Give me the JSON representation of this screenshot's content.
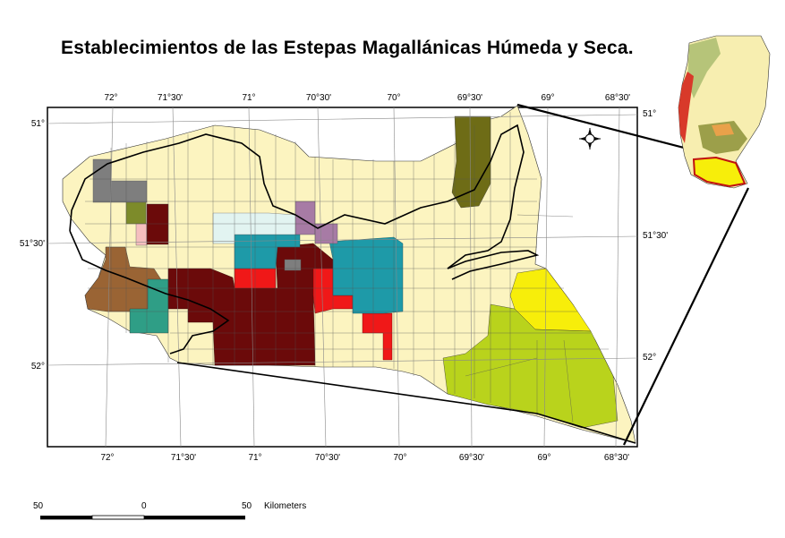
{
  "title": "Establecimientos de las Estepas Magallánicas Húmeda y Seca.",
  "graticule": {
    "top_labels": [
      "72°",
      "71°30'",
      "71°",
      "70°30'",
      "70°",
      "69°30'",
      "69°",
      "68°30'"
    ],
    "bottom_labels": [
      "72°",
      "71°30'",
      "71°",
      "70°30'",
      "70°",
      "69°30'",
      "69°",
      "68°30'"
    ],
    "left_labels": [
      "51°",
      "51°30'",
      "52°"
    ],
    "right_labels": [
      "51°",
      "51°30'",
      "52°"
    ]
  },
  "scale_bar": {
    "left": "50",
    "center": "0",
    "right": "50",
    "unit": "Kilometers"
  },
  "colors": {
    "base": "#fcf4c0",
    "dark_red": "#6b0a0a",
    "red": "#f01818",
    "teal": "#1e9aa8",
    "purple": "#a77ba5",
    "pale_cyan": "#e2f4f1",
    "olive": "#6e6c16",
    "lime": "#b9d31c",
    "yellow": "#f7ee0a",
    "gray": "#7e7e7e",
    "brown": "#9a6434",
    "sea_green": "#2f9e86",
    "moss": "#7d8b2a",
    "pink": "#f5bfbf",
    "inset_yellow": "#f7eeb0"
  },
  "icons": {
    "north_arrow": "compass-rose-icon"
  }
}
